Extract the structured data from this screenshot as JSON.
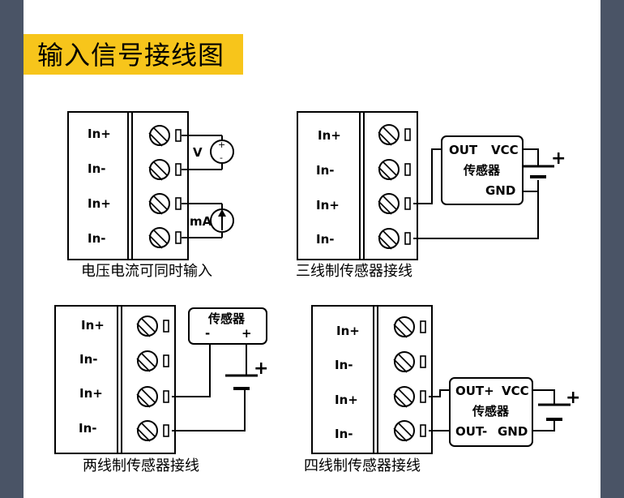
{
  "page": {
    "title": "输入信号接线图",
    "colors": {
      "background": "#4a5466",
      "panel": "#ffffff",
      "title_bar": "#f7c51b",
      "ink": "#000000"
    }
  },
  "diagrams": [
    {
      "caption": "电压电流可同时输入",
      "terminals": [
        "In+",
        "In-",
        "In+",
        "In-"
      ],
      "voltage_label": "V",
      "current_label": "mA",
      "plus_sign": "+",
      "minus_sign": "-"
    },
    {
      "caption": "三线制传感器接线",
      "terminals": [
        "In+",
        "In-",
        "In+",
        "In-"
      ],
      "sensor": {
        "out": "OUT",
        "vcc": "VCC",
        "name": "传感器",
        "gnd": "GND"
      },
      "battery_sign": "+"
    },
    {
      "caption": "两线制传感器接线",
      "terminals": [
        "In+",
        "In-",
        "In+",
        "In-"
      ],
      "sensor": {
        "name": "传感器",
        "minus": "-",
        "plus": "+"
      },
      "battery_sign": "+"
    },
    {
      "caption": "四线制传感器接线",
      "terminals": [
        "In+",
        "In-",
        "In+",
        "In-"
      ],
      "sensor": {
        "out_plus": "OUT+",
        "vcc": "VCC",
        "name": "传感器",
        "out_minus": "OUT-",
        "gnd": "GND"
      },
      "battery_sign": "+"
    }
  ]
}
